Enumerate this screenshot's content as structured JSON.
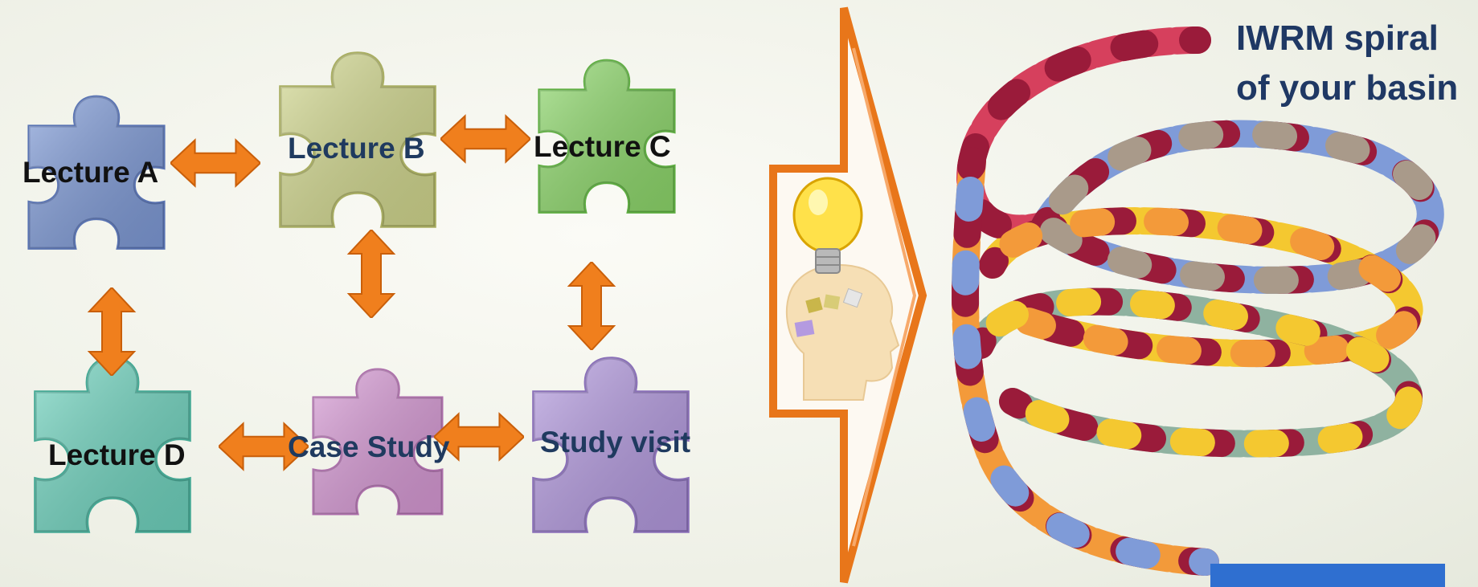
{
  "labels": {
    "lecture_a": "Lecture A",
    "lecture_b": "Lecture B",
    "lecture_c": "Lecture C",
    "lecture_d": "Lecture D",
    "case_study": "Case Study",
    "study_visit": "Study visit"
  },
  "spiral_title": {
    "line1": "IWRM spiral",
    "line2": "of your basin"
  },
  "colors": {
    "lecture_a": "#7f9bd8",
    "lecture_b": "#d3d98f",
    "lecture_c": "#8ed96b",
    "lecture_d": "#6fd4bf",
    "case_study": "#d89ad6",
    "study_visit": "#b49ae0",
    "arrow": "#f07f1d",
    "title": "#1f3864",
    "spiral_bar": "#2f6fd0"
  }
}
